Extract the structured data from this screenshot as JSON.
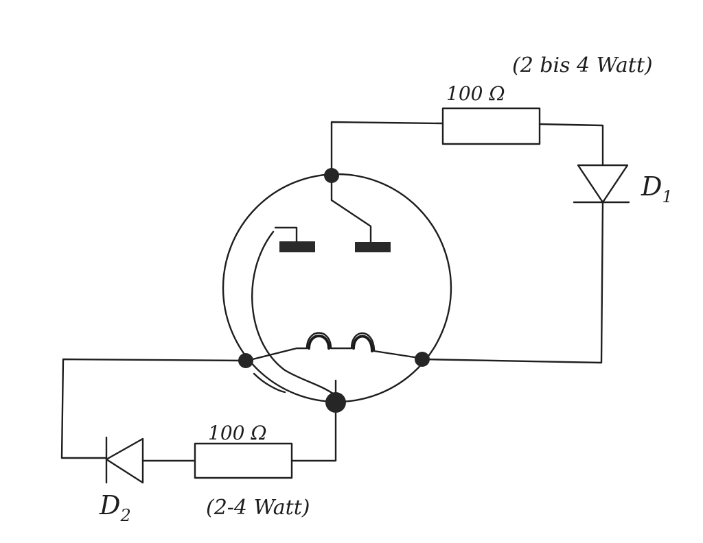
{
  "labels": {
    "r1_value": "100 Ω",
    "r1_rating": "(2 bis 4 Watt)",
    "r2_value": "100 Ω",
    "r2_rating": "(2-4 Watt)",
    "d1_name": "D",
    "d1_sub": "1",
    "d2_name": "D",
    "d2_sub": "2"
  },
  "colors": {
    "ink": "#1e1e1e",
    "paper": "#ffffff"
  }
}
